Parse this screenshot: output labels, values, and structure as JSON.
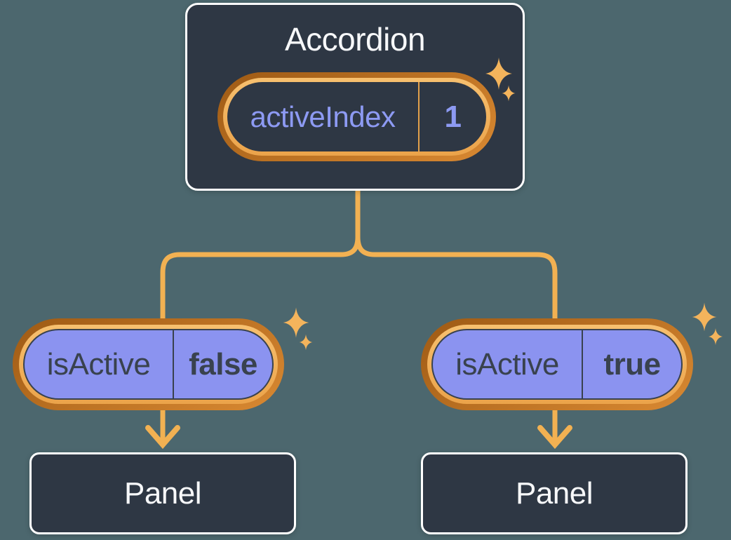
{
  "root_component": {
    "title": "Accordion",
    "state_name": "activeIndex",
    "state_value": "1"
  },
  "left_child": {
    "prop_name": "isActive",
    "prop_value": "false",
    "panel_label": "Panel"
  },
  "right_child": {
    "prop_name": "isActive",
    "prop_value": "true",
    "panel_label": "Panel"
  },
  "colors": {
    "background": "#4c676e",
    "card_dark": "#2e3744",
    "card_border": "#ffffff",
    "connector_orange": "#f2b152",
    "ring_orange_dark": "#b4671f",
    "ring_orange_light": "#f2b057",
    "pill_purple": "#8b93f0",
    "text_light": "#f7f8fa",
    "text_dark": "#39424e",
    "text_purple": "#8d9af3",
    "sparkle": "#f4b45c"
  }
}
